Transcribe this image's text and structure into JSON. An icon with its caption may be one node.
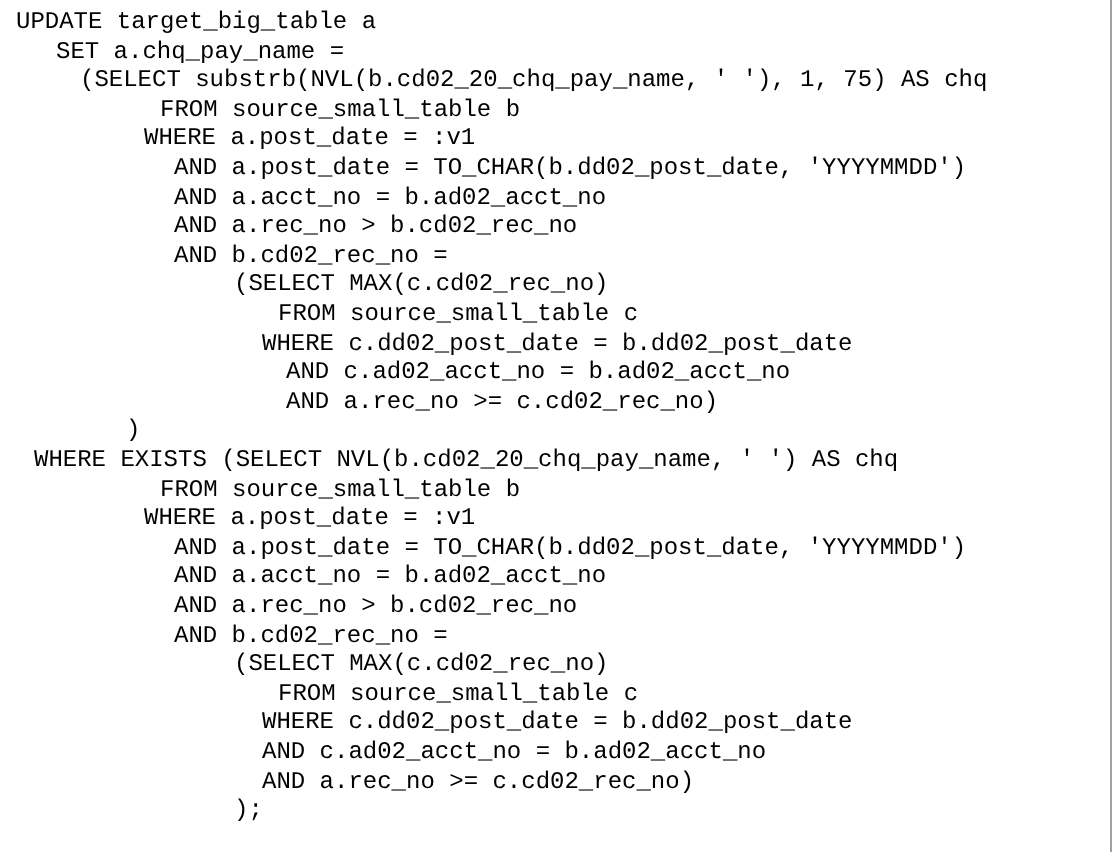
{
  "diagram": {
    "labels": [
      "UPDATE target_big_table a",
      "SET a.chq_pay_name =",
      "(SELECT substrb(NVL(b.cd02_20_chq_pay_name, ' '), 1, 75) AS chq",
      "FROM source_small_table b",
      "WHERE a.post_date = :v1",
      "AND a.post_date = TO_CHAR(b.dd02_post_date, 'YYYYMMDD')",
      "AND a.acct_no = b.ad02_acct_no",
      "AND a.rec_no > b.cd02_rec_no",
      "AND b.cd02_rec_no =",
      "(SELECT MAX(c.cd02_rec_no)",
      "FROM source_small_table c",
      "WHERE c.dd02_post_date = b.dd02_post_date",
      "AND c.ad02_acct_no = b.ad02_acct_no",
      "AND a.rec_no >= c.cd02_rec_no)",
      ")",
      "WHERE EXISTS (SELECT NVL(b.cd02_20_chq_pay_name, ' ') AS chq",
      "FROM source_small_table b",
      "WHERE a.post_date = :v1",
      "AND a.post_date = TO_CHAR(b.dd02_post_date, 'YYYYMMDD')",
      "AND a.acct_no = b.ad02_acct_no",
      "AND a.rec_no > b.cd02_rec_no",
      "AND b.cd02_rec_no =",
      "(SELECT MAX(c.cd02_rec_no)",
      "FROM source_small_table c",
      "WHERE c.dd02_post_date = b.dd02_post_date",
      "AND c.ad02_acct_no = b.ad02_acct_no",
      "AND a.rec_no >= c.cd02_rec_no)",
      ");"
    ]
  }
}
